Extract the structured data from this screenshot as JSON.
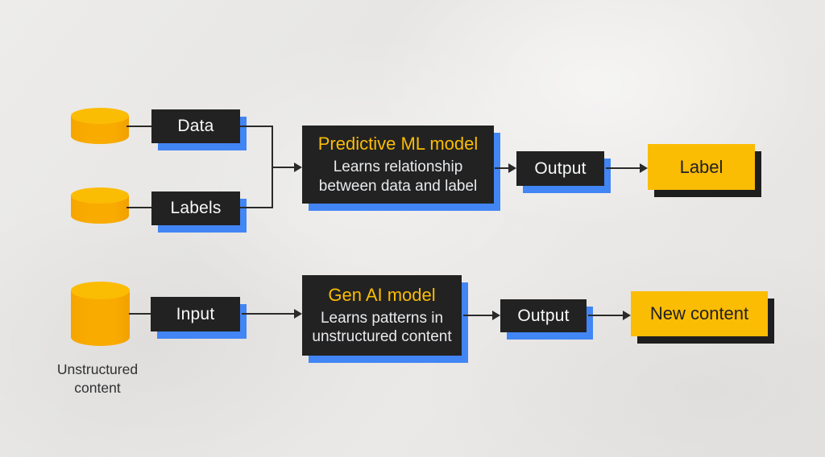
{
  "diagram": {
    "row1": {
      "source1_label": "Data",
      "source2_label": "Labels",
      "model_title": "Predictive ML model",
      "model_desc_line1": "Learns relationship",
      "model_desc_line2": "between data and label",
      "output_label": "Output",
      "result_label": "Label"
    },
    "row2": {
      "input_label": "Input",
      "model_title": "Gen AI model",
      "model_desc_line1": "Learns patterns in",
      "model_desc_line2": "unstructured content",
      "output_label": "Output",
      "result_label": "New content",
      "source_caption_line1": "Unstructured",
      "source_caption_line2": "content"
    },
    "colors": {
      "background": "#e9e8e6",
      "box_dark": "#222222",
      "box_dark_text": "#f8f9fa",
      "shadow_blue": "#4285f4",
      "box_yellow": "#fbbc04",
      "box_yellow_text": "#202124",
      "shadow_dark": "#1e1e1e",
      "cylinder_body": "#f9ab00",
      "cylinder_top": "#fbbc04",
      "model_title_text": "#fbbc04",
      "connector": "#2a2a2a",
      "caption_text": "#2f3033"
    }
  }
}
